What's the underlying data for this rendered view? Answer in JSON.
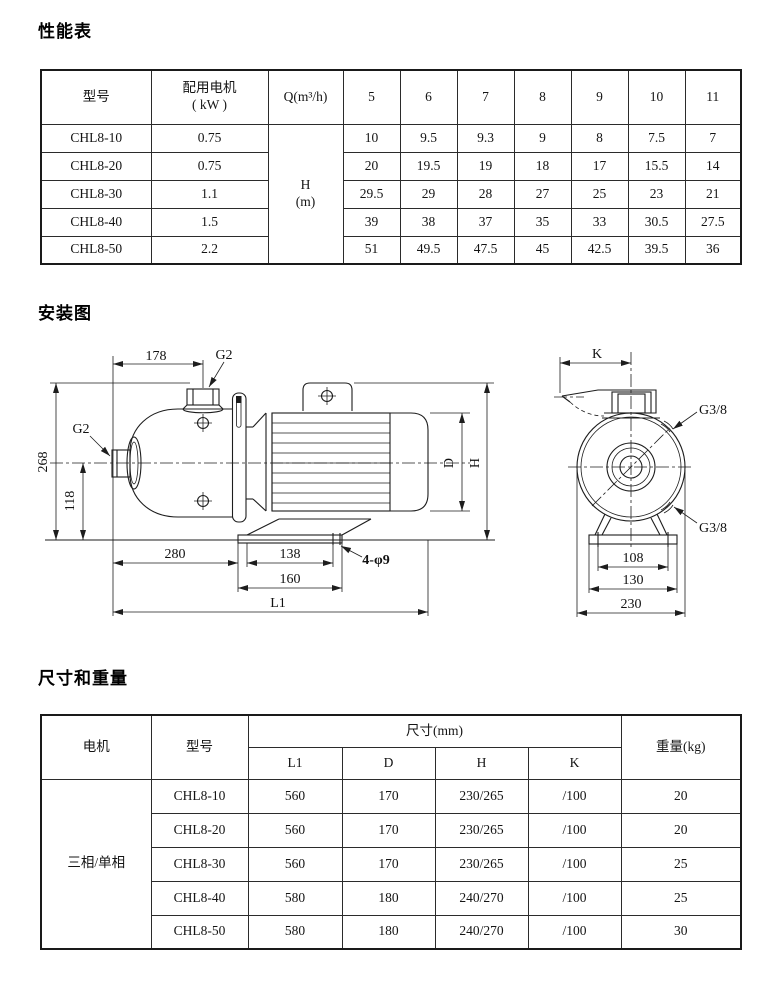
{
  "performance": {
    "title": "性能表",
    "table": {
      "header": {
        "model": "型号",
        "motor_line1": "配用电机",
        "motor_line2": "( kW )",
        "q": "Q(m³/h)",
        "flow": [
          "5",
          "6",
          "7",
          "8",
          "9",
          "10",
          "11"
        ]
      },
      "head_label": "H",
      "head_unit": "(m)",
      "rows": [
        {
          "model": "CHL8-10",
          "kw": "0.75",
          "h": [
            "10",
            "9.5",
            "9.3",
            "9",
            "8",
            "7.5",
            "7"
          ]
        },
        {
          "model": "CHL8-20",
          "kw": "0.75",
          "h": [
            "20",
            "19.5",
            "19",
            "18",
            "17",
            "15.5",
            "14"
          ]
        },
        {
          "model": "CHL8-30",
          "kw": "1.1",
          "h": [
            "29.5",
            "29",
            "28",
            "27",
            "25",
            "23",
            "21"
          ]
        },
        {
          "model": "CHL8-40",
          "kw": "1.5",
          "h": [
            "39",
            "38",
            "37",
            "35",
            "33",
            "30.5",
            "27.5"
          ]
        },
        {
          "model": "CHL8-50",
          "kw": "2.2",
          "h": [
            "51",
            "49.5",
            "47.5",
            "45",
            "42.5",
            "39.5",
            "36"
          ]
        }
      ]
    }
  },
  "installation": {
    "title": "安装图",
    "side": {
      "dim_width_top": "178",
      "outlet_port": "G2",
      "inlet_port": "G2",
      "dim_total_height": "268",
      "dim_inlet_height": "118",
      "dim_280": "280",
      "dim_138": "138",
      "dim_160": "160",
      "dim_length": "L1",
      "holes": "4-φ9",
      "dim_d": "D",
      "dim_h": "H"
    },
    "front": {
      "dim_k": "K",
      "port_top": "G3/8",
      "port_bottom": "G3/8",
      "dim_108": "108",
      "dim_130": "130",
      "dim_230": "230"
    }
  },
  "dimensions": {
    "title": "尺寸和重量",
    "table": {
      "header": {
        "motor": "电机",
        "model": "型号",
        "size": "尺寸(mm)",
        "size_cols": [
          "L1",
          "D",
          "H",
          "K"
        ],
        "weight": "重量(kg)"
      },
      "motor_type": "三相/单相",
      "rows": [
        {
          "model": "CHL8-10",
          "l1": "560",
          "d": "170",
          "h": "230/265",
          "k": "/100",
          "w": "20"
        },
        {
          "model": "CHL8-20",
          "l1": "560",
          "d": "170",
          "h": "230/265",
          "k": "/100",
          "w": "20"
        },
        {
          "model": "CHL8-30",
          "l1": "560",
          "d": "170",
          "h": "230/265",
          "k": "/100",
          "w": "25"
        },
        {
          "model": "CHL8-40",
          "l1": "580",
          "d": "180",
          "h": "240/270",
          "k": "/100",
          "w": "25"
        },
        {
          "model": "CHL8-50",
          "l1": "580",
          "d": "180",
          "h": "240/270",
          "k": "/100",
          "w": "30"
        }
      ]
    }
  }
}
